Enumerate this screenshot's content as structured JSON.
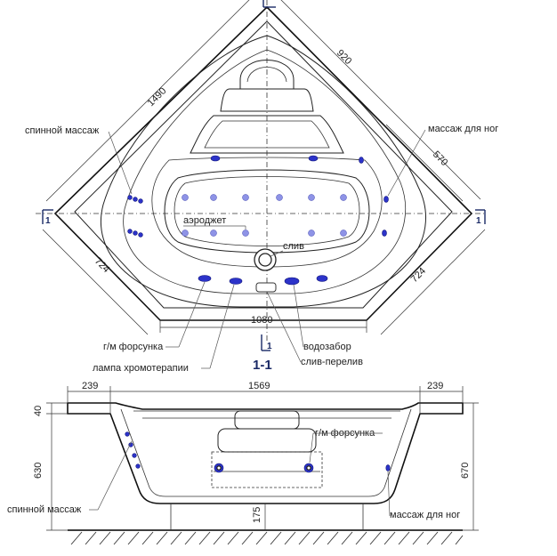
{
  "labels": {
    "spinal_massage_top": "спинной массаж",
    "leg_massage_top": "массаж для ног",
    "aerojet": "аэроджет",
    "drain": "слив",
    "hm_nozzle_top": "г/м форсунка",
    "chromo_lamp": "лампа хромотерапии",
    "water_intake": "водозабор",
    "drain_overflow": "слив-перелив",
    "hm_nozzle_side": "г/м форсунка",
    "spinal_massage_side": "спинной массаж",
    "leg_massage_side": "массаж для ног"
  },
  "dimensions": {
    "d1490": "1490",
    "d920": "920",
    "d570": "570",
    "d724_left": "724",
    "d724_right": "724",
    "d1080": "1080",
    "d239_left": "239",
    "d1569": "1569",
    "d239_right": "239",
    "d40": "40",
    "d630": "630",
    "d670": "670",
    "d175": "175"
  },
  "section": {
    "title": "1-1",
    "marker": "1"
  },
  "colors": {
    "jet": "#2c33c9",
    "section_title": "#1a2a66",
    "outline": "#111111"
  }
}
